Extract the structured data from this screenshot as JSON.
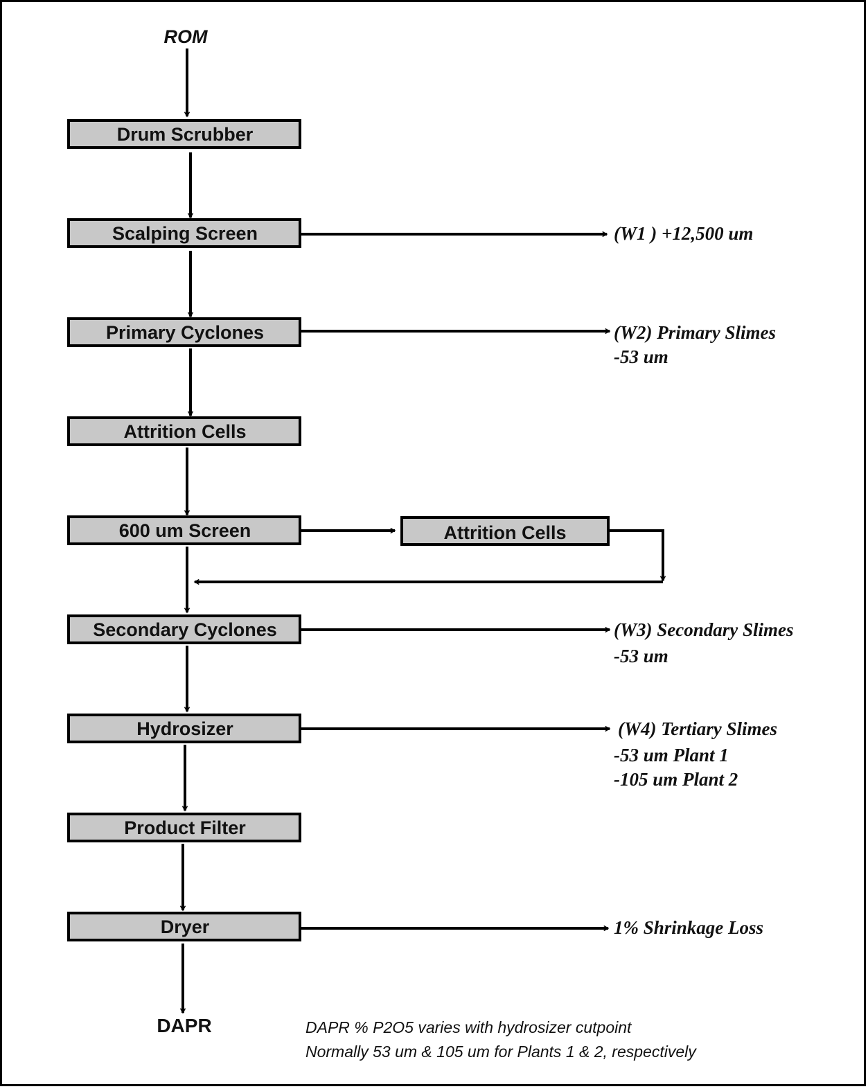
{
  "input": "ROM",
  "output": "DAPR",
  "boxes": [
    "Drum Scrubber",
    "Scalping Screen",
    "Primary Cyclones",
    "Attrition Cells",
    "600 um Screen",
    "Secondary Cyclones",
    "Hydrosizer",
    "Product Filter",
    "Dryer"
  ],
  "side_box": "Attrition Cells",
  "waste": {
    "w1": "(W1 ) +12,500 um",
    "w2a": "(W2)  Primary Slimes",
    "w2b": "-53 um",
    "w3a": "(W3)  Secondary Slimes",
    "w3b": "-53 um",
    "w4a": "(W4)  Tertiary Slimes",
    "w4b": "-53 um Plant 1",
    "w4c": "-105 um Plant 2",
    "dryer": "1% Shrinkage Loss"
  },
  "notes": [
    "DAPR % P2O5 varies with hydrosizer cutpoint",
    "Normally 53 um & 105 um for Plants 1 & 2, respectively"
  ]
}
